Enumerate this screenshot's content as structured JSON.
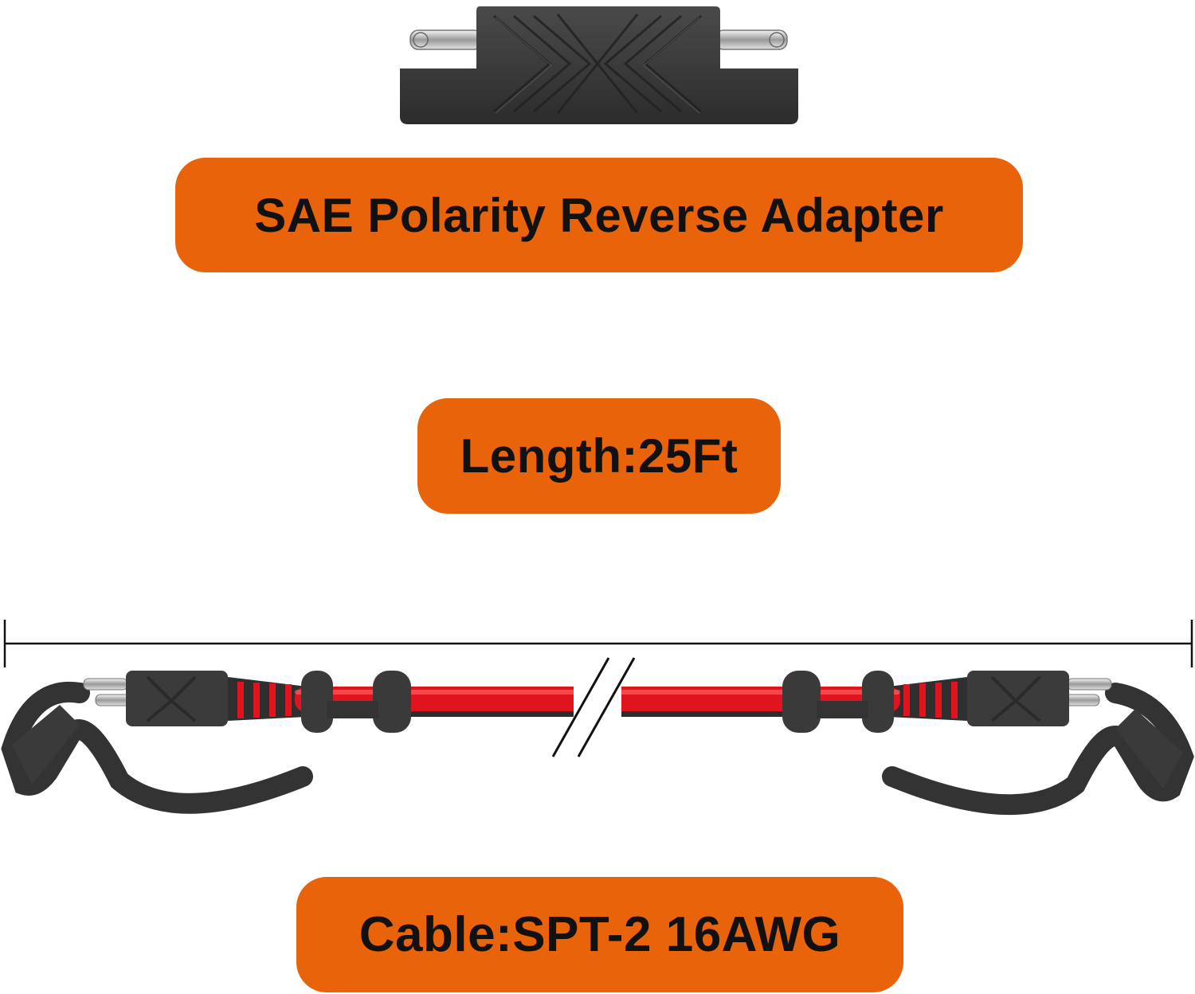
{
  "labels": {
    "adapter": "SAE Polarity Reverse Adapter",
    "length": "Length:25Ft",
    "cable": "Cable:SPT-2 16AWG"
  },
  "colors": {
    "accent": "#e8630a",
    "text": "#111111",
    "wire": "#e0141f",
    "connector": "#3a3a3a"
  },
  "icons": [
    "sae-adapter-icon",
    "measurement-line-icon",
    "sae-extension-cable-icon"
  ]
}
